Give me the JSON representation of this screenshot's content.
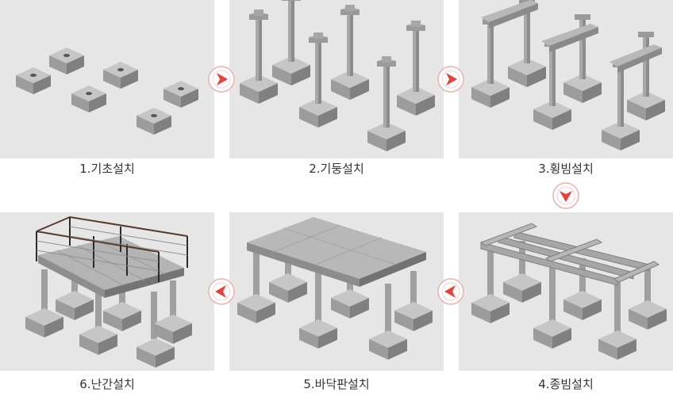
{
  "steps": [
    {
      "label": "1.기초설치"
    },
    {
      "label": "2.기둥설치"
    },
    {
      "label": "3.횡빔설치"
    },
    {
      "label": "4.종빔설치"
    },
    {
      "label": "5.바닥판설치"
    },
    {
      "label": "6.난간설치"
    }
  ],
  "colors": {
    "panel_bg": "#e6e6e6",
    "concrete_top": "#c4c4c4",
    "concrete_left": "#9a9a9a",
    "concrete_right": "#7f7f7f",
    "arrow_red": "#e8403a",
    "railing": "#5a3a2a"
  },
  "icons": {
    "flow_arrow": "chevron-arrow-icon"
  }
}
